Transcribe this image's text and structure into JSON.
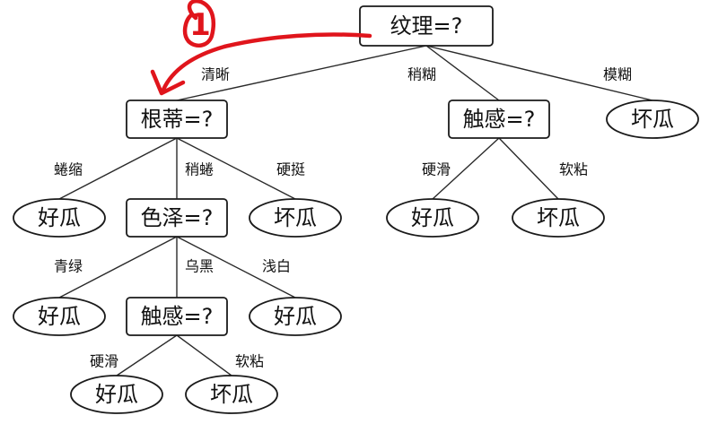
{
  "annotation": {
    "number": "1",
    "color": "#e0151c"
  },
  "tree": {
    "nodes": [
      {
        "id": "root",
        "label": "纹理=?",
        "kind": "decision"
      },
      {
        "id": "gendi",
        "label": "根蒂=?",
        "kind": "decision"
      },
      {
        "id": "chugan1",
        "label": "触感=?",
        "kind": "decision"
      },
      {
        "id": "leaf_huai1",
        "label": "坏瓜",
        "kind": "leaf"
      },
      {
        "id": "leaf_hao1",
        "label": "好瓜",
        "kind": "leaf"
      },
      {
        "id": "sezhe",
        "label": "色泽=?",
        "kind": "decision"
      },
      {
        "id": "leaf_huai2",
        "label": "坏瓜",
        "kind": "leaf"
      },
      {
        "id": "leaf_hao2",
        "label": "好瓜",
        "kind": "leaf"
      },
      {
        "id": "leaf_huai3",
        "label": "坏瓜",
        "kind": "leaf"
      },
      {
        "id": "leaf_hao3",
        "label": "好瓜",
        "kind": "leaf"
      },
      {
        "id": "chugan2",
        "label": "触感=?",
        "kind": "decision"
      },
      {
        "id": "leaf_hao4",
        "label": "好瓜",
        "kind": "leaf"
      },
      {
        "id": "leaf_hao5",
        "label": "好瓜",
        "kind": "leaf"
      },
      {
        "id": "leaf_huai4",
        "label": "坏瓜",
        "kind": "leaf"
      }
    ],
    "edges": [
      {
        "from": "root",
        "to": "gendi",
        "label": "清晰"
      },
      {
        "from": "root",
        "to": "chugan1",
        "label": "稍糊"
      },
      {
        "from": "root",
        "to": "leaf_huai1",
        "label": "模糊"
      },
      {
        "from": "gendi",
        "to": "leaf_hao1",
        "label": "蜷缩"
      },
      {
        "from": "gendi",
        "to": "sezhe",
        "label": "稍蜷"
      },
      {
        "from": "gendi",
        "to": "leaf_huai2",
        "label": "硬挺"
      },
      {
        "from": "chugan1",
        "to": "leaf_hao2",
        "label": "硬滑"
      },
      {
        "from": "chugan1",
        "to": "leaf_huai3",
        "label": "软粘"
      },
      {
        "from": "sezhe",
        "to": "leaf_hao3",
        "label": "青绿"
      },
      {
        "from": "sezhe",
        "to": "chugan2",
        "label": "乌黑"
      },
      {
        "from": "sezhe",
        "to": "leaf_hao4",
        "label": "浅白"
      },
      {
        "from": "chugan2",
        "to": "leaf_hao5",
        "label": "硬滑"
      },
      {
        "from": "chugan2",
        "to": "leaf_huai4",
        "label": "软粘"
      }
    ]
  }
}
